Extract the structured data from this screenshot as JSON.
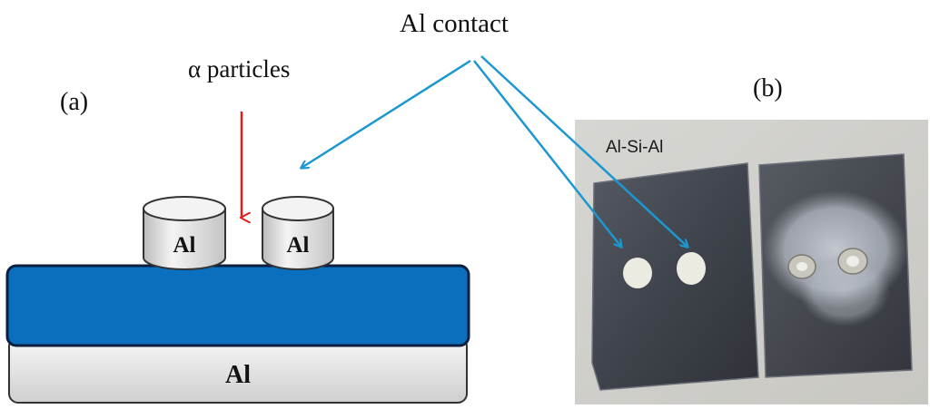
{
  "labels": {
    "contact": "Al contact",
    "particles": "α particles",
    "panel_a": "(a)",
    "panel_b": "(b)",
    "photo_caption": "Al-Si-Al",
    "cylinder_left": "Al",
    "cylinder_right": "Al",
    "base_layer": "Al"
  },
  "colors": {
    "silicon": "#0a6fbe",
    "aluminium": "#e6e6e6",
    "particle_arrow": "#e31b1b",
    "contact_arrow": "#1d97cf"
  }
}
